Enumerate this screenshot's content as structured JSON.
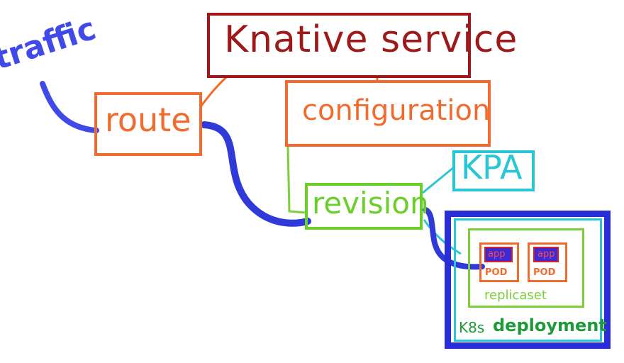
{
  "diagram": {
    "traffic": "traffic",
    "knative_service": "Knative service",
    "route": "route",
    "configuration": "configuration",
    "kpa": "KPA",
    "revision": "revision",
    "deployment": {
      "k8s": "K8s",
      "label": "deployment"
    },
    "replicaset": "replicaset",
    "pods": [
      {
        "app": "app",
        "pod": "POD"
      },
      {
        "app": "app",
        "pod": "POD"
      }
    ]
  },
  "colors": {
    "service": "#9e1a1a",
    "orange": "#f26b2e",
    "revision": "#6bcf2a",
    "kpa": "#29c6d6",
    "traffic": "#3f4ae8",
    "deployment_border": "#2a2ed6",
    "deployment_text": "#1f9a3a"
  }
}
